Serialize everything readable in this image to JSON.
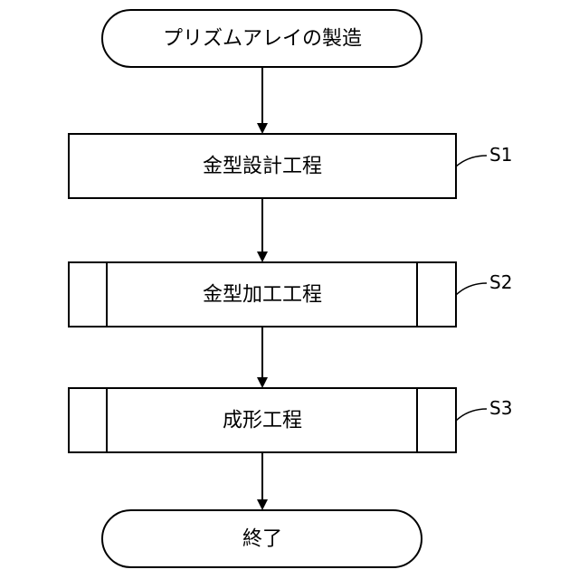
{
  "flow": {
    "start": "プリズムアレイの製造",
    "step1": "金型設計工程",
    "step2": "金型加工工程",
    "step3": "成形工程",
    "end": "終了"
  },
  "labels": {
    "s1": "S1",
    "s2": "S2",
    "s3": "S3"
  }
}
